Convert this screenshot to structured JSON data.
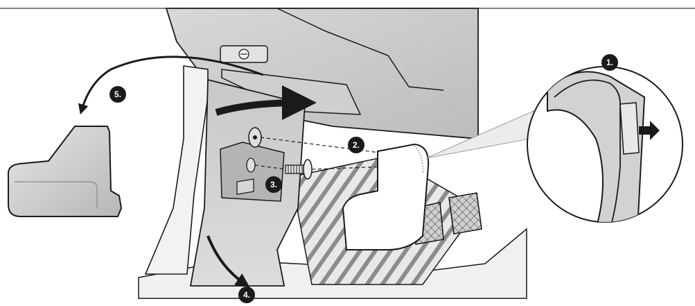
{
  "diagram": {
    "steps": [
      {
        "label": "1."
      },
      {
        "label": "2."
      },
      {
        "label": "3."
      },
      {
        "label": "4."
      },
      {
        "label": "5."
      }
    ],
    "colors": {
      "panel_light": "#d4d4d4",
      "panel_mid": "#bdbdbd",
      "panel_dark": "#9a9a9a",
      "outline": "#1a1a1a",
      "badge": "#1a1a1a",
      "badge_text": "#ffffff"
    }
  }
}
